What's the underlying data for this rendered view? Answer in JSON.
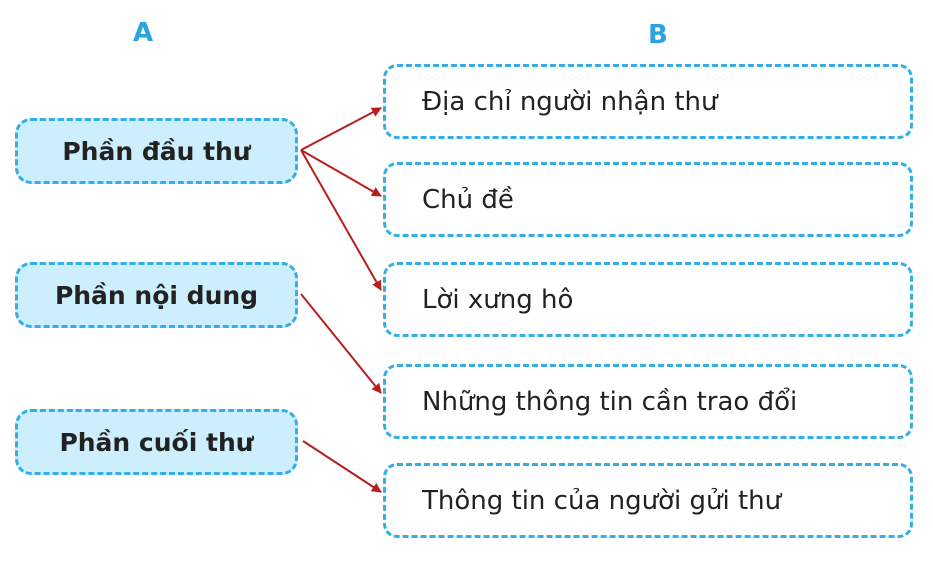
{
  "headers": {
    "a": "A",
    "b": "B"
  },
  "column_a": [
    "Phần đầu thư",
    "Phần nội dung",
    "Phần cuối thư"
  ],
  "column_b": [
    "Địa chỉ người nhận thư",
    "Chủ đề",
    "Lời xưng hô",
    "Những thông tin cần trao đổi",
    "Thông tin của người gửi thư"
  ],
  "connections": [
    {
      "from": 0,
      "to": 0
    },
    {
      "from": 0,
      "to": 1
    },
    {
      "from": 0,
      "to": 2
    },
    {
      "from": 1,
      "to": 3
    },
    {
      "from": 2,
      "to": 4
    }
  ],
  "colors": {
    "header": "#2aa3df",
    "border": "#35aee6",
    "fill_a": "#cdeefc",
    "arrow": "#b81e1e"
  }
}
